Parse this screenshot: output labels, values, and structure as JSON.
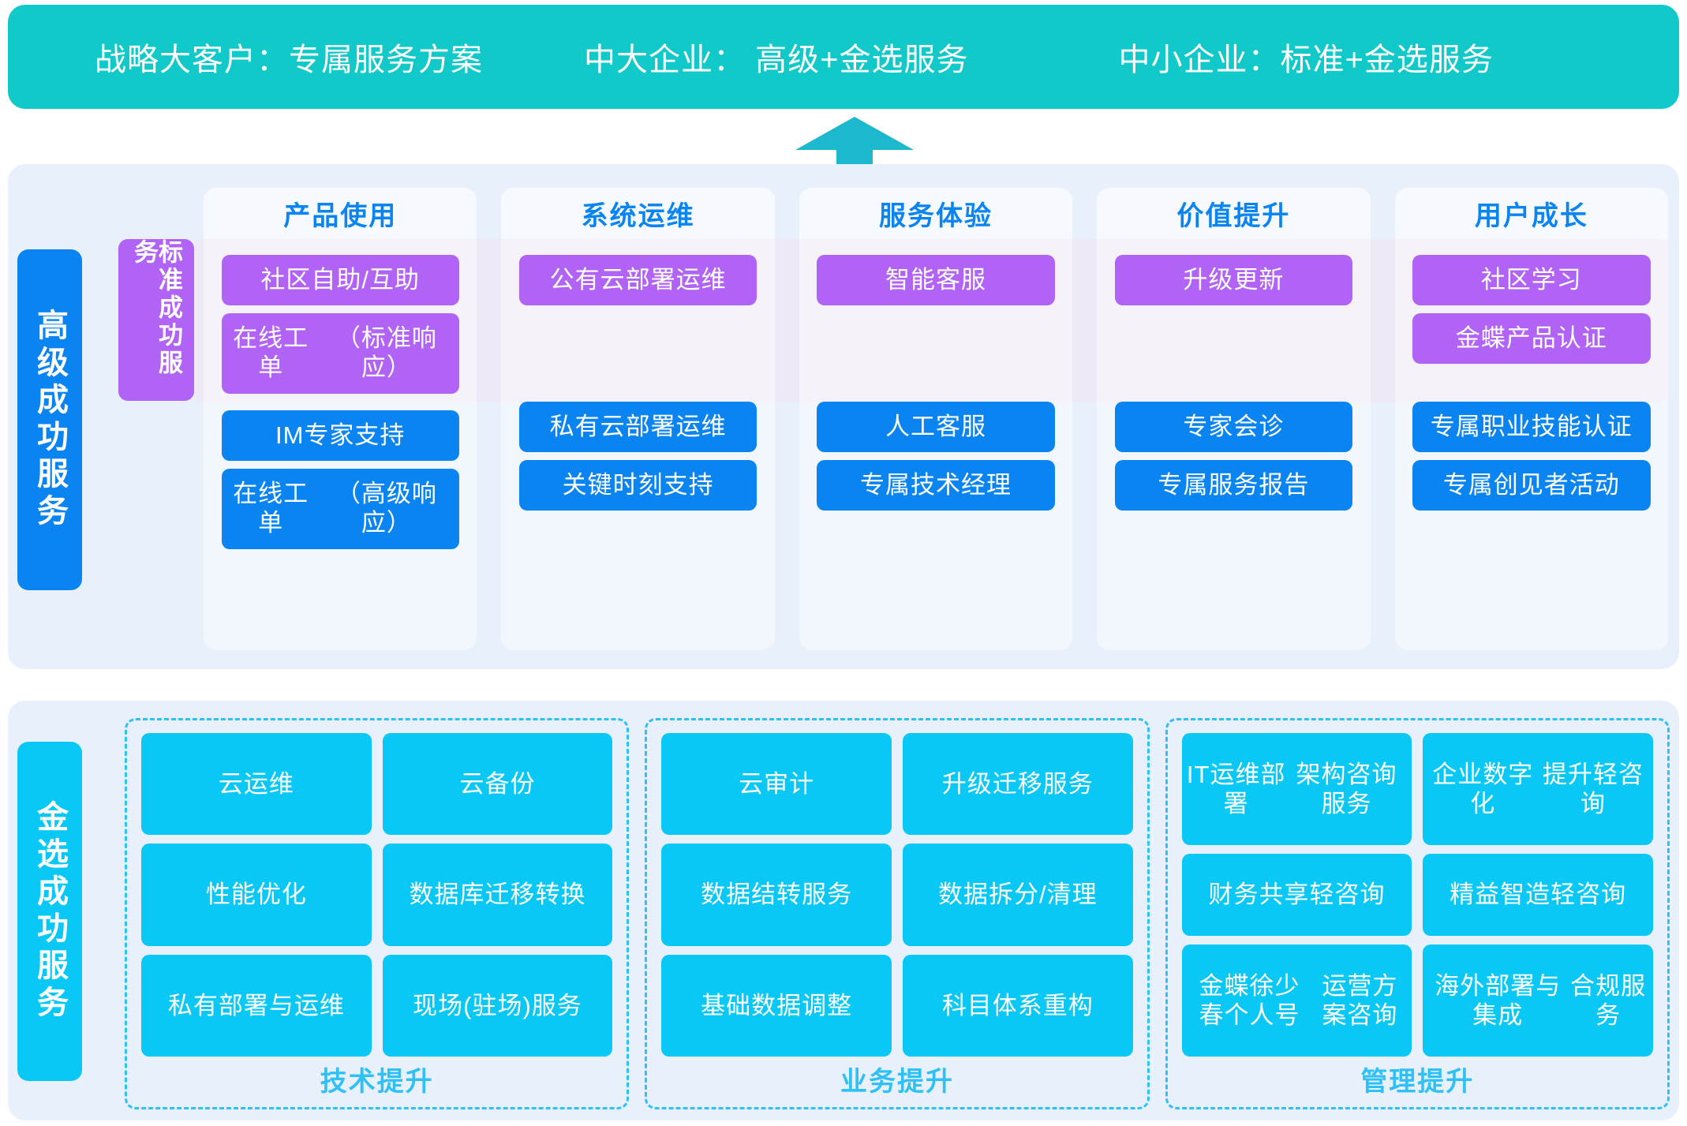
{
  "banner": {
    "items": [
      "战略大客户：专属服务方案",
      "中大企业： 高级+金选服务",
      "中小企业：标准+金选服务"
    ]
  },
  "arrow": {
    "name": "up-arrow",
    "color": "#1cb8cd"
  },
  "colors": {
    "teal": "#11c9c9",
    "blue": "#0a84f0",
    "purple": "#b163f6",
    "cyan": "#0ac8f5",
    "panel_bg": "#e8f1fb",
    "purple_band": "#efe8f6"
  },
  "advanced_section": {
    "sidebar_label": "高级成功服务",
    "standard_tag_label": "标准成功服务",
    "columns": [
      {
        "header": "产品使用",
        "standard": [
          "社区自助/互助",
          "在线工单\n（标准响应）"
        ],
        "advanced": [
          "IM专家支持",
          "在线工单\n（高级响应）"
        ]
      },
      {
        "header": "系统运维",
        "standard": [
          "公有云部署运维"
        ],
        "advanced": [
          "私有云部署运维",
          "关键时刻支持"
        ]
      },
      {
        "header": "服务体验",
        "standard": [
          "智能客服"
        ],
        "advanced": [
          "人工客服",
          "专属技术经理"
        ]
      },
      {
        "header": "价值提升",
        "standard": [
          "升级更新"
        ],
        "advanced": [
          "专家会诊",
          "专属服务报告"
        ]
      },
      {
        "header": "用户成长",
        "standard": [
          "社区学习",
          "金蝶产品认证"
        ],
        "advanced": [
          "专属职业技能认证",
          "专属创见者活动"
        ]
      }
    ]
  },
  "premium_section": {
    "sidebar_label": "金选成功服务",
    "groups": [
      {
        "title": "技术提升",
        "items": [
          "云运维",
          "云备份",
          "性能优化",
          "数据库迁移转换",
          "私有部署与运维",
          "现场(驻场)服务"
        ]
      },
      {
        "title": "业务提升",
        "items": [
          "云审计",
          "升级迁移服务",
          "数据结转服务",
          "数据拆分/清理",
          "基础数据调整",
          "科目体系重构"
        ]
      },
      {
        "title": "管理提升",
        "items": [
          "IT运维部署\n架构咨询服务",
          "企业数字化\n提升轻咨询",
          "财务共享\n轻咨询",
          "精益智造\n轻咨询",
          "金蝶徐少春个人号\n运营方案咨询",
          "海外部署与集成\n合规服务"
        ]
      }
    ]
  }
}
